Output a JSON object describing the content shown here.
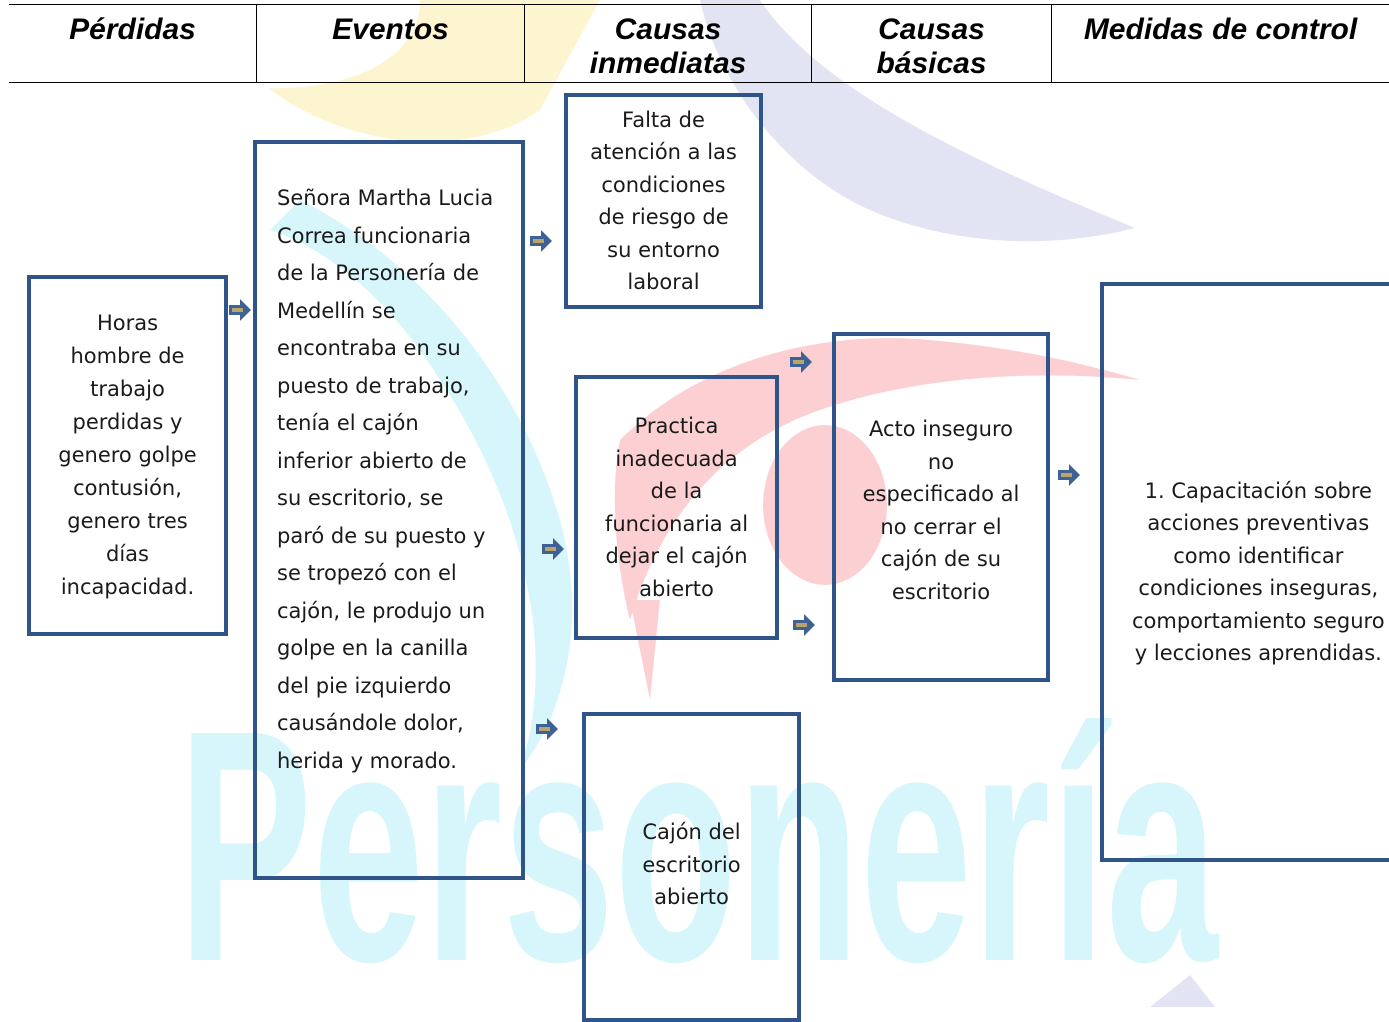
{
  "header": {
    "col1": "Pérdidas",
    "col2": "Eventos",
    "col3": "Causas\ninmediatas",
    "col4": "Causas\nbásicas",
    "col5": "Medidas de control"
  },
  "watermark": {
    "text": "Personería"
  },
  "boxes": {
    "perdidas": "Horas\nhombre de\ntrabajo\nperdidas y\ngenero golpe\ncontusión,\ngenero tres\ndías\nincapacidad.",
    "evento": "Señora Martha Lucia\nCorrea funcionaria\nde la Personería de\nMedellín se\nencontraba en su\npuesto de trabajo,\ntenía el cajón\ninferior abierto de\nsu escritorio, se\nparó de su puesto y\nse tropezó con el\ncajón, le produjo un\ngolpe en la canilla\ndel pie izquierdo\ncausándole dolor,\nherida y morado.",
    "causa_inm_1": "Falta de\natención a las\ncondiciones\nde riesgo de\nsu entorno\nlaboral",
    "causa_inm_2": "Practica\ninadecuada\nde la\nfuncionaria al\ndejar el cajón\nabierto",
    "causa_inm_3": "Cajón del\nescritorio\nabierto",
    "causa_basica": "Acto inseguro\nno\nespecificado al\nno cerrar el\ncajón de su\nescritorio",
    "medida": "1. Capacitación sobre\nacciones preventivas\ncomo identificar\ncondiciones inseguras,\ncomportamiento seguro\ny lecciones aprendidas."
  },
  "colors": {
    "box_border": "#2f5489",
    "arrow": "#3f6296",
    "watermark_cyan": "#d6f6fb",
    "watermark_pink": "#fcd0d2",
    "watermark_yellow": "#fdf5cf",
    "watermark_purple": "#e3e4f3"
  }
}
